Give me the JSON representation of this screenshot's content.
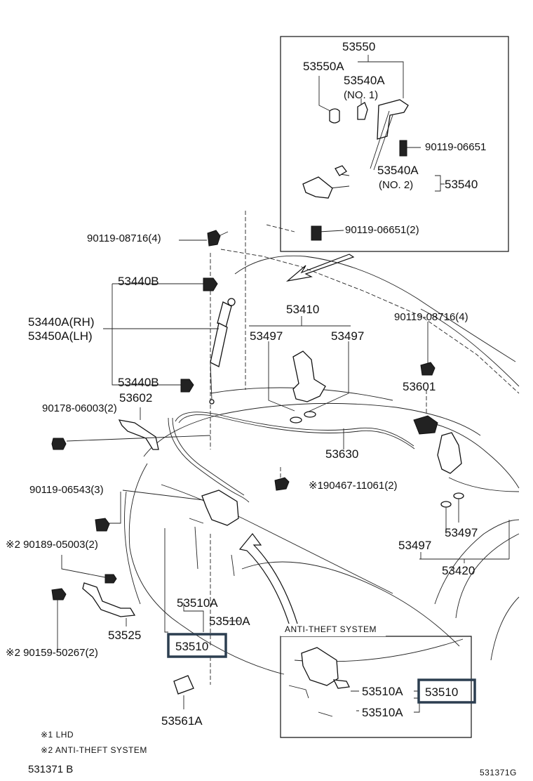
{
  "labels": {
    "p53550": "53550",
    "p53550A": "53550A",
    "p53540A_top": "53540A",
    "no1": "(NO. 1)",
    "p90119_06651": "90119-06651",
    "p53540A_mid": "53540A",
    "no2": "(NO. 2)",
    "p53540": "53540",
    "p90119_06651_2": "90119-06651(2)",
    "p90119_08716_4_left": "90119-08716(4)",
    "p53440B_top": "53440B",
    "p53440A_RH": "53440A(RH)",
    "p53450A_LH": "53450A(LH)",
    "p53440B_bottom": "53440B",
    "p53410": "53410",
    "p53497_a": "53497",
    "p53497_b": "53497",
    "p90119_08716_4_right": "90119-08716(4)",
    "p53601": "53601",
    "p90178_06003_2": "90178-06003(2)",
    "p53602": "53602",
    "p53630": "53630",
    "p90467_11061_2": "※190467-11061(2)",
    "p90119_06543_3": "90119-06543(3)",
    "p90189_05003_2": "※2 90189-05003(2)",
    "p53497_c": "53497",
    "p53497_d": "53497",
    "p53420": "53420",
    "p53510A_a": "53510A",
    "p53510A_b": "53510A",
    "p53525": "53525",
    "p53510_left": "53510",
    "p90159_50267_2": "※2 90159-50267(2)",
    "anti_theft_title": "ANTI-THEFT SYSTEM",
    "p53510A_inset_a": "53510A",
    "p53510A_inset_b": "53510A",
    "p53510_right": "53510",
    "p53561A": "53561A",
    "note1": "※1 LHD",
    "note2": "※2 ANTI-THEFT SYSTEM",
    "code_bottom_left": "531371 B",
    "code_bottom_right": "531371G"
  },
  "colors": {
    "highlight": "#2c3e50",
    "line": "#111111"
  }
}
